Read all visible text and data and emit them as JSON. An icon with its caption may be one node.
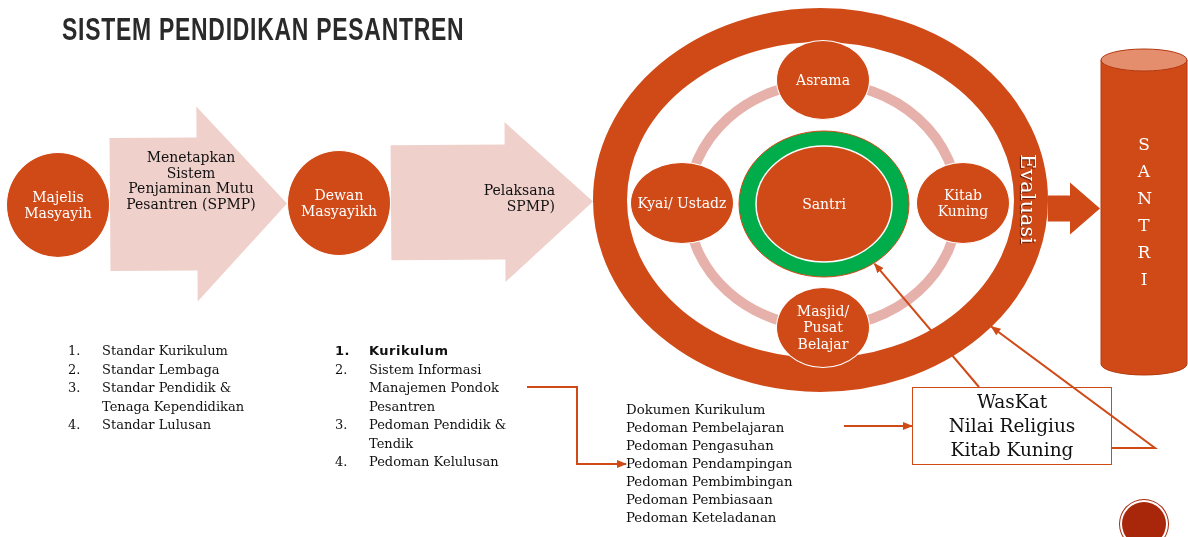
{
  "diagram": {
    "title": "SISTEM PENDIDIKAN PESANTREN",
    "nodes": [
      {
        "text": [
          "Majelis Masyayih"
        ]
      },
      {
        "text": [
          "Dewan Masyayikh"
        ]
      },
      {
        "text": [
          "Evaluasi"
        ]
      },
      {
        "text": [
          "Asrama"
        ],
        "in": 2
      },
      {
        "text": [
          "Kyai/ Ustadz"
        ],
        "in": 2
      },
      {
        "text": [
          "Santri"
        ],
        "in": 2
      },
      {
        "text": [
          "Kitab Kuning"
        ],
        "in": 2
      },
      {
        "text": [
          "Masjid/ Pusat Belajar"
        ],
        "in": 2
      },
      {
        "text": [
          "SANTRI"
        ]
      },
      {
        "text": [
          "1. Kurikulum",
          "2. Sistem Informasi Manajemen Pondok Pesantren",
          "3. Pedoman Pendidik & Tendik",
          "4. Pedoman Kelulusan"
        ]
      },
      {
        "text": [
          "Dokumen Kurikulum",
          "Pedoman Pembelajaran",
          "Pedoman Pengasuhan",
          "Pedoman Pendampingan",
          "Pedoman Pembimbingan",
          "Pedoman Pembiasaan",
          "Pedoman Keteladanan"
        ]
      },
      {
        "text": [
          "WasKat",
          "Nilai Religius",
          "Kitab Kuning"
        ]
      }
    ],
    "edges": [
      {
        "from": 0,
        "to": 1,
        "arrow": "to",
        "label": "Menetapkan Sistem Penjaminan Mutu Pesantren (SPMP)",
        "style": "thick",
        "color": "#f0d0cb"
      },
      {
        "from": 1,
        "to": 2,
        "arrow": "to",
        "label": "Pelaksana SPMP)",
        "style": "thick",
        "color": "#f0d0cb"
      },
      {
        "from": 2,
        "to": 8,
        "arrow": "to",
        "style": "thick"
      },
      {
        "from": 9,
        "to": 10,
        "arrow": "to"
      },
      {
        "from": 10,
        "to": 11,
        "arrow": "to"
      },
      {
        "from": 11,
        "to": 5,
        "arrow": "to"
      },
      {
        "from": 11,
        "to": 2,
        "arrow": "to"
      }
    ],
    "labels": [
      "1. Standar Kurikulum",
      "2. Standar Lembaga",
      "3. Standar Pendidik & Tenaga Kependidikan",
      "4. Standar Lulusan"
    ]
  }
}
